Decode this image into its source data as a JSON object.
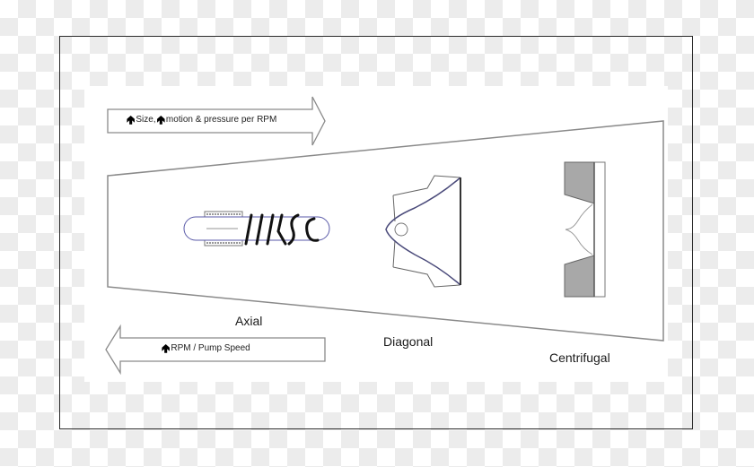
{
  "diagram": {
    "title": "",
    "top_arrow": {
      "direction": "right",
      "icon": "up-arrow-icon",
      "segments": [
        "Size,",
        "motion & pressure per RPM"
      ]
    },
    "bottom_arrow": {
      "direction": "left",
      "icon": "up-arrow-icon",
      "text": "RPM / Pump Speed"
    },
    "pump_types": [
      {
        "label": "Axial",
        "shape": "axial-impeller"
      },
      {
        "label": "Diagonal",
        "shape": "diagonal-impeller"
      },
      {
        "label": "Centrifugal",
        "shape": "centrifugal-impeller"
      }
    ],
    "colors": {
      "outline": "#7a7a7a",
      "impeller_blue": "#5a5aa8",
      "centrifugal_fill": "#a8a8a8",
      "checker": "#ececec",
      "frame": "#2a2a2a"
    }
  }
}
